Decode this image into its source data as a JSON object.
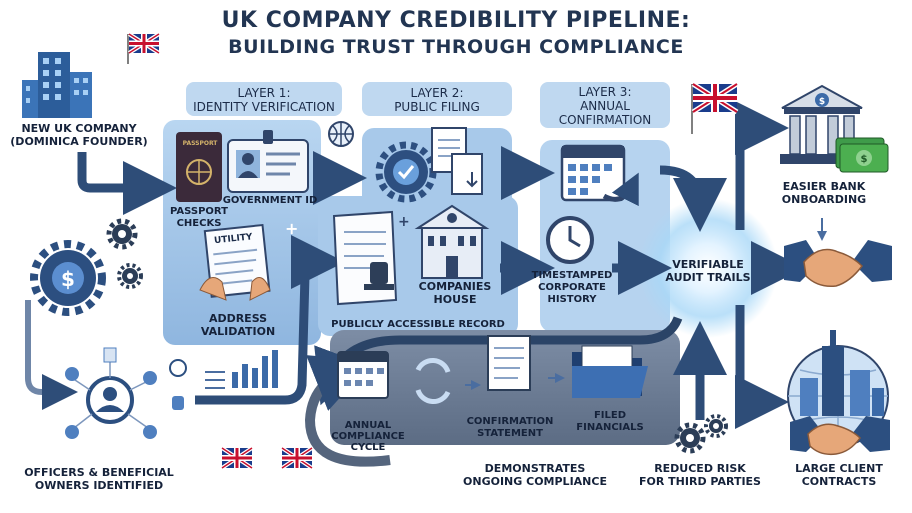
{
  "title": {
    "line1": "UK COMPANY CREDIBILITY PIPELINE:",
    "line2": "BUILDING TRUST THROUGH COMPLIANCE"
  },
  "start": {
    "label_line1": "NEW UK COMPANY",
    "label_line2": "(DOMINICA FOUNDER)"
  },
  "officers": {
    "label_line1": "OFFICERS & BENEFICIAL",
    "label_line2": "OWNERS IDENTIFIED"
  },
  "layer1": {
    "header_line1": "LAYER 1:",
    "header_line2": "IDENTITY VERIFICATION",
    "passport_text": "PASSPORT",
    "passport_label_line1": "PASSPORT",
    "passport_label_line2": "CHECKS",
    "gov_id_label": "GOVERNMENT ID",
    "utility_text": "UTILITY",
    "address_label_line1": "ADDRESS",
    "address_label_line2": "VALIDATION"
  },
  "layer2": {
    "header_line1": "LAYER 2:",
    "header_line2": "PUBLIC FILING",
    "companies_house_line1": "COMPANIES",
    "companies_house_line2": "HOUSE",
    "record_label": "PUBLICLY ACCESSIBLE RECORD"
  },
  "layer3": {
    "header_line1": "LAYER 3:",
    "header_line2": "ANNUAL",
    "header_line3": "CONFIRMATION",
    "timestamp_line1": "TIMESTAMPED",
    "timestamp_line2": "CORPORATE",
    "timestamp_line3": "HISTORY"
  },
  "cycle": {
    "annual_line1": "ANNUAL",
    "annual_line2": "COMPLIANCE",
    "annual_line3": "CYCLE",
    "confirmation_line1": "CONFIRMATION",
    "confirmation_line2": "STATEMENT",
    "filed_line1": "FILED",
    "filed_line2": "FINANCIALS",
    "demonstrates_line1": "DEMONSTRATES",
    "demonstrates_line2": "ONGOING COMPLIANCE"
  },
  "hub": {
    "line1": "VERIFIABLE",
    "line2": "AUDIT TRAILS"
  },
  "outcomes": {
    "bank_line1": "EASIER BANK",
    "bank_line2": "ONBOARDING",
    "risk_line1": "REDUCED RISK",
    "risk_line2": "FOR THIRD PARTIES",
    "clients_line1": "LARGE CLIENT",
    "clients_line2": "CONTRACTS"
  },
  "colors": {
    "navy": "#1f3a5f",
    "arrow": "#2e4d78",
    "panel_blue": "#a8c9ea",
    "header_blue": "#bfd8f0",
    "cycle_gray": "#6b7b92",
    "flag_red": "#c8102e",
    "money_green": "#3f9b4a"
  }
}
